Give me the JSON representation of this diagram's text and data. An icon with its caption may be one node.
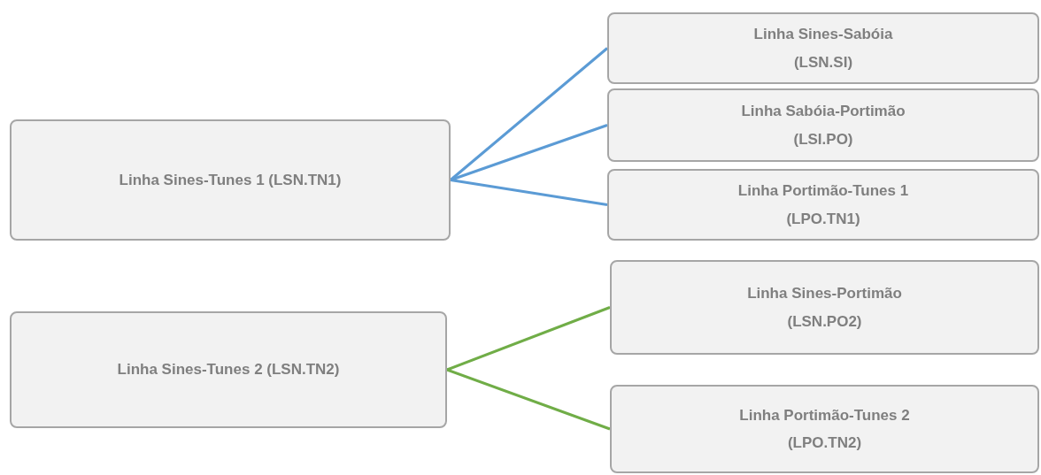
{
  "diagram": {
    "nodes": [
      {
        "text": [
          "Linha Sines-Tunes 1 (LSN.TN1)"
        ]
      },
      {
        "text": [
          "Linha Sines-Sabóia",
          "(LSN.SI)"
        ]
      },
      {
        "text": [
          "Linha Sabóia-Portimão",
          "(LSI.PO)"
        ]
      },
      {
        "text": [
          "Linha Portimão-Tunes 1",
          "(LPO.TN1)"
        ]
      },
      {
        "text": [
          "Linha Sines-Tunes 2 (LSN.TN2)"
        ]
      },
      {
        "text": [
          "Linha Sines-Portimão",
          "(LSN.PO2)"
        ]
      },
      {
        "text": [
          "Linha Portimão-Tunes 2",
          "(LPO.TN2)"
        ]
      }
    ],
    "edges": [
      {
        "from": 0,
        "to": 1,
        "arrow": "none",
        "color": "#5b9bd5"
      },
      {
        "from": 0,
        "to": 2,
        "arrow": "none",
        "color": "#5b9bd5"
      },
      {
        "from": 0,
        "to": 3,
        "arrow": "none",
        "color": "#5b9bd5"
      },
      {
        "from": 4,
        "to": 5,
        "arrow": "none",
        "color": "#70ad47"
      },
      {
        "from": 4,
        "to": 6,
        "arrow": "none",
        "color": "#70ad47"
      }
    ]
  }
}
